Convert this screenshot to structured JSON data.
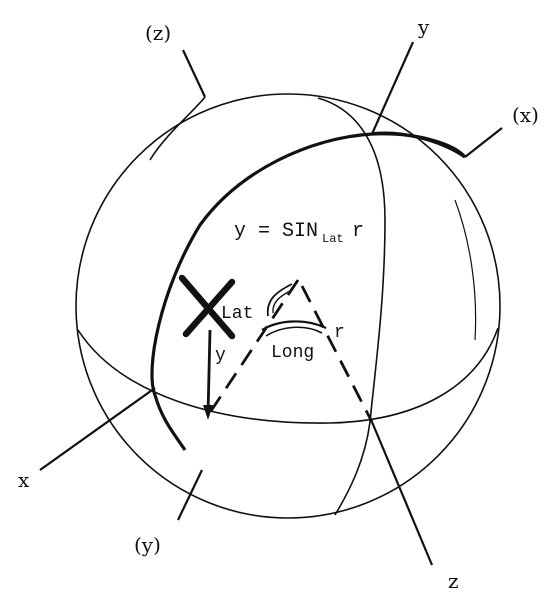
{
  "diagram": {
    "axis_labels": {
      "z_paren": "(z)",
      "y_top": "y",
      "x_paren": "(x)",
      "x_left": "x",
      "y_paren": "(y)",
      "z_bottom": "z"
    },
    "formula": {
      "prefix": "y = SIN",
      "subscript": "Lat",
      "suffix": "r"
    },
    "angle_labels": {
      "lat": "Lat",
      "long": "Long",
      "r": "r",
      "y_segment": "y"
    }
  }
}
